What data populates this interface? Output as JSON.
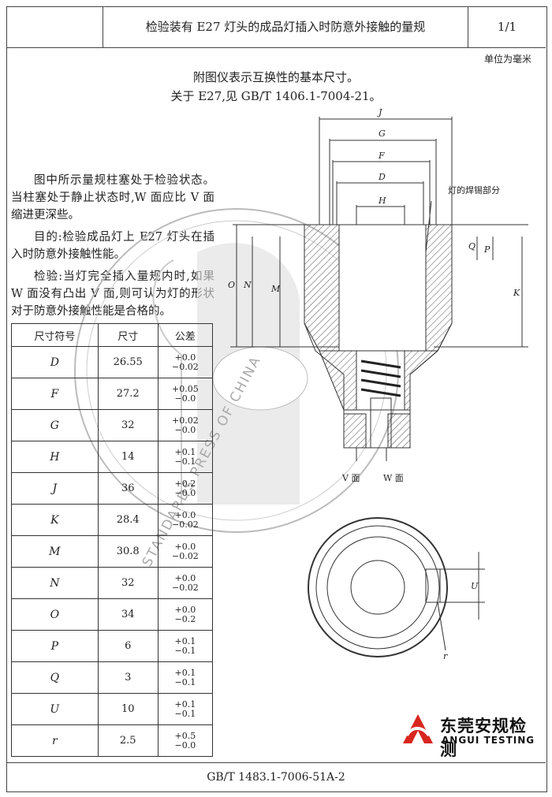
{
  "header": {
    "title": "检验装有 E27 灯头的成品灯插入时防意外接触的量规",
    "page": "1/1"
  },
  "unit": "单位为毫米",
  "notes": {
    "line1": "附图仪表示互换性的基本尺寸。",
    "line2": "关于 E27,见 GB/T 1406.1-7004-21。"
  },
  "paragraphs": {
    "p1": "图中所示量规柱塞处于检验状态。当柱塞处于静止状态时,W 面应比 V 面缩进更深些。",
    "p2": "目的:检验成品灯上 E27 灯头在插入时防意外接触性能。",
    "p3": "检验:当灯完全插入量规内时,如果 W 面没有凸出 V 面,则可认为灯的形状对于防意外接触性能是合格的。"
  },
  "table": {
    "headers": [
      "尺寸符号",
      "尺寸",
      "公差"
    ],
    "rows": [
      {
        "sym": "D",
        "val": "26.55",
        "tol_plus": "+0.0",
        "tol_minus": "−0.02"
      },
      {
        "sym": "F",
        "val": "27.2",
        "tol_plus": "+0.05",
        "tol_minus": "−0.0"
      },
      {
        "sym": "G",
        "val": "32",
        "tol_plus": "+0.02",
        "tol_minus": "−0.0"
      },
      {
        "sym": "H",
        "val": "14",
        "tol_plus": "+0.1",
        "tol_minus": "−0.1"
      },
      {
        "sym": "J",
        "val": "36",
        "tol_plus": "+0.2",
        "tol_minus": "−0.0"
      },
      {
        "sym": "K",
        "val": "28.4",
        "tol_plus": "+0.0",
        "tol_minus": "−0.02"
      },
      {
        "sym": "M",
        "val": "30.8",
        "tol_plus": "+0.0",
        "tol_minus": "−0.02"
      },
      {
        "sym": "N",
        "val": "32",
        "tol_plus": "+0.0",
        "tol_minus": "−0.02"
      },
      {
        "sym": "O",
        "val": "34",
        "tol_plus": "+0.0",
        "tol_minus": "−0.2"
      },
      {
        "sym": "P",
        "val": "6",
        "tol_plus": "+0.1",
        "tol_minus": "−0.1"
      },
      {
        "sym": "Q",
        "val": "3",
        "tol_plus": "+0.1",
        "tol_minus": "−0.1"
      },
      {
        "sym": "U",
        "val": "10",
        "tol_plus": "+0.1",
        "tol_minus": "−0.1"
      },
      {
        "sym": "r",
        "val": "2.5",
        "tol_plus": "+0.5",
        "tol_minus": "−0.0"
      }
    ]
  },
  "drawing": {
    "dim_letters": {
      "J": "J",
      "G": "G",
      "F": "F",
      "D": "D",
      "H": "H",
      "O": "O",
      "N": "N",
      "M": "M",
      "Q": "Q",
      "P": "P",
      "K": "K",
      "U": "U",
      "r": "r"
    },
    "solder_label": "灯的焊锡部分",
    "v_face": "V 面",
    "w_face": "W 面"
  },
  "watermark": "STANDARDS PRESS OF CHINA",
  "footer": "GB/T 1483.1-7006-51A-2",
  "logo": {
    "cn": "东莞安规检测",
    "en": "ANGUI TESTING",
    "color": "#d8261f"
  }
}
